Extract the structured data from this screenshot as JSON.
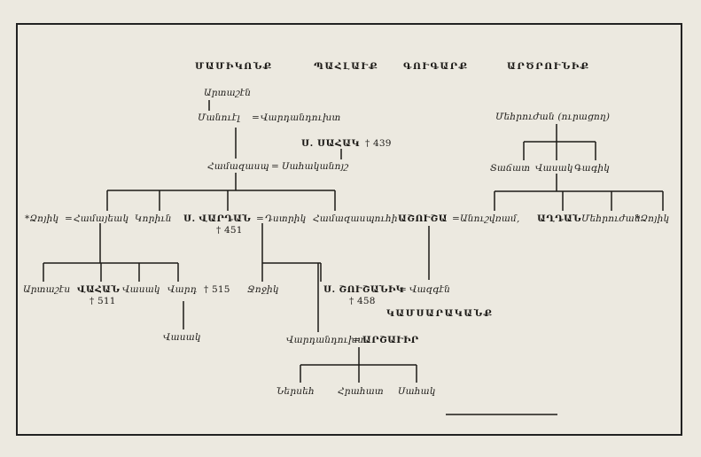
{
  "families": {
    "mamikonean": "ՄԱՄԻԿՈՆՔ",
    "pahlavik": "ՊԱՀԼԱՒՔ",
    "gugark": "ԳՈՒԳԱՐՔ",
    "artsruni": "ԱՐԾՐՈՒՆԻՔ",
    "kamsarakan": "ԿԱՄՍԱՐԱԿԱՆՔ"
  },
  "people": {
    "artashen": "Արտաշէն",
    "manuel": "Մանուէլ",
    "vardandukht": "Վարդանդուխտ",
    "s_sahak": "Ս. ՍԱՀԱԿ",
    "s_sahak_death": "† 439",
    "hamazasp": "Համազասպ",
    "sahakanoysh": "Սահականոյշ",
    "dzoyk": "*Ձոյիկ",
    "hmayeak": "Համայեակ",
    "kortin": "Կորիւն",
    "s_vardan": "Ս. ՎԱՐԴԱՆ",
    "s_vardan_death": "† 451",
    "dstrik": "Դստրիկ",
    "hamazaspuhi": "Համազասպուհի",
    "ashusha": "ԱՇՈՒՇԱ",
    "anushvram": "Անուշվռամ,",
    "aghdan": "ԱՂԴԱՆ",
    "merujan_left": "Մեհրուժան",
    "dzoyk2": "*Ձոյիկ",
    "merujan_top": "Մեհրուժան (ուրացող)",
    "tachat": "Տաճատ",
    "vasak_a": "Վասակ",
    "gagik": "Գագիկ",
    "artashes_b": "Արտաշէս",
    "vahan": "ՎԱՀԱՆ",
    "vahan_death": "† 511",
    "vasak_b": "Վասակ",
    "vard": "Վարդ",
    "vard_death": "† 515",
    "jojik": "Ջոջիկ",
    "s_shushanik": "Ս. ՇՈՒՇԱՆԻԿ",
    "s_shushanik_death": "† 458",
    "vazgen": "Վազգէն",
    "vasak_c": "Վասակ",
    "vardandukht2": "Վարդանդուխտ",
    "arshavir": "ԱՐՇԱՒԻՐ",
    "nerseh": "Ներսեհ",
    "hrahat": "Հրահատ",
    "sahak": "Սահակ"
  },
  "marriage_sign": "="
}
